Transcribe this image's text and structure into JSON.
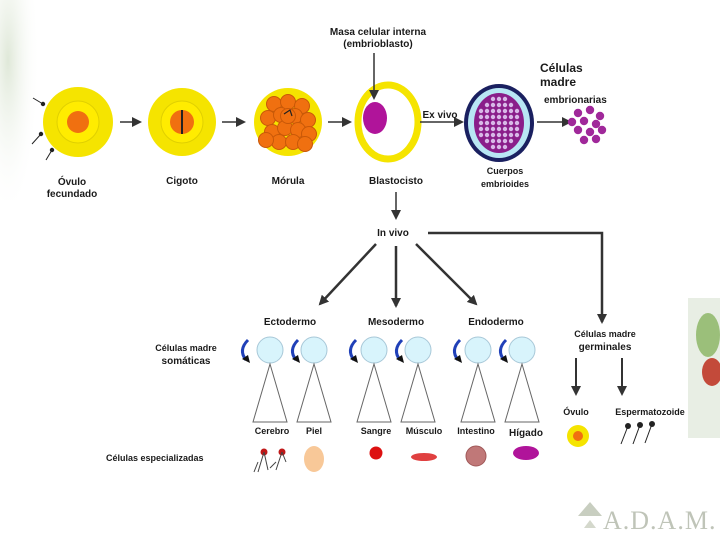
{
  "labels": {
    "ovulo_fecundado_1": "Óvulo",
    "ovulo_fecundado_2": "fecundado",
    "cigoto": "Cigoto",
    "morula": "Mórula",
    "blastocisto": "Blastocisto",
    "masa_1": "Masa celular interna",
    "masa_2": "(embrioblasto)",
    "ex_vivo": "Ex vivo",
    "cuerpos_1": "Cuerpos",
    "cuerpos_2": "embrioides",
    "celulas_madre_1": "Células",
    "celulas_madre_2": "madre",
    "celulas_madre_3": "embrionarias",
    "in_vivo": "In vivo",
    "ectodermo": "Ectodermo",
    "mesodermo": "Mesodermo",
    "endodermo": "Endodermo",
    "somaticas_1": "Células madre",
    "somaticas_2": "somáticas",
    "germinales_1": "Células madre",
    "germinales_2": "germinales",
    "ovulo": "Óvulo",
    "espermatozoide": "Espermatozoide",
    "cerebro": "Cerebro",
    "piel": "Piel",
    "sangre": "Sangre",
    "musculo": "Músculo",
    "intestino": "Intestino",
    "higado": "Hígado",
    "especializadas": "Células especializadas"
  },
  "logo": "A.D.A.M.",
  "colors": {
    "yellow": "#f5e400",
    "orange": "#f07010",
    "magenta": "#b0149a",
    "purple": "#a0289a",
    "light_blue": "#d8f4fc",
    "blue_arrow": "#2040b8",
    "red": "#dd1111",
    "skin": "#f8c898",
    "mauve": "#c07878"
  }
}
